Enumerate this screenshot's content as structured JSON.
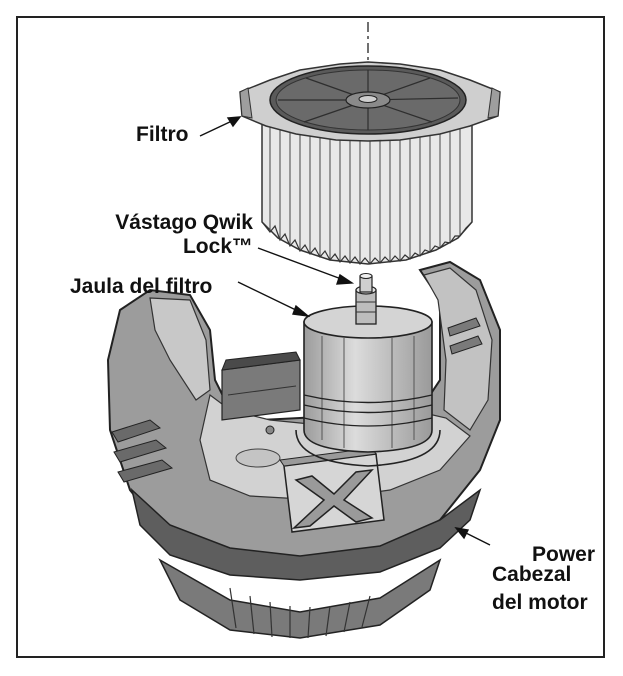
{
  "labels": {
    "filtro": "Filtro",
    "vastago_line1": "Vástago Qwik",
    "vastago_line2": "Lock™",
    "jaula": "Jaula del filtro",
    "power": "Power",
    "cabezal_line1": "Cabezal",
    "cabezal_line2": "del motor"
  }
}
